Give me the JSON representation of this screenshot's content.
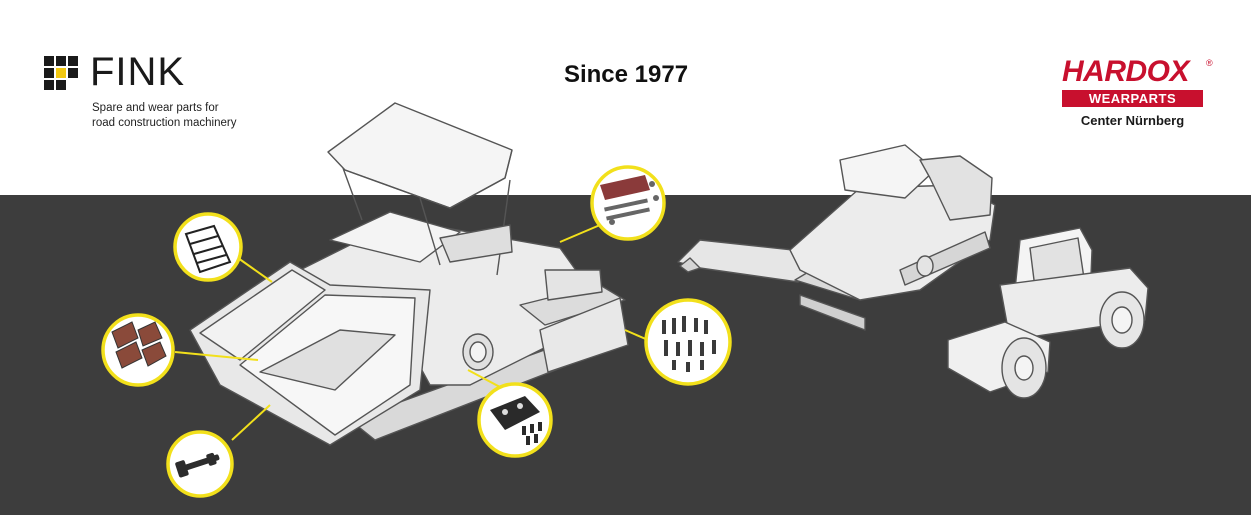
{
  "header": {
    "logo": {
      "name": "FINK",
      "tagline_line1": "Spare and wear parts for",
      "tagline_line2": "road construction machinery"
    },
    "headline": "Since 1977",
    "partner": {
      "name": "HARDOX",
      "registered": "®",
      "band": "WEARPARTS",
      "subtitle": "Center Nürnberg"
    }
  },
  "colors": {
    "ground": "#3d3d3d",
    "callout_ring": "#f2e01b",
    "brand_red": "#c8102e",
    "machine_fill": "#ececec",
    "machine_outline": "#555555"
  },
  "illustration": {
    "machines": [
      "asphalt-paver",
      "cold-milling-machine",
      "road-roller"
    ],
    "callout_icons": [
      "conveyor-chain-icon",
      "hopper-wear-plates-icon",
      "screw-bolt-icon",
      "track-shoe-icon",
      "parts-kit-icon",
      "bolts-and-fasteners-icon"
    ]
  }
}
